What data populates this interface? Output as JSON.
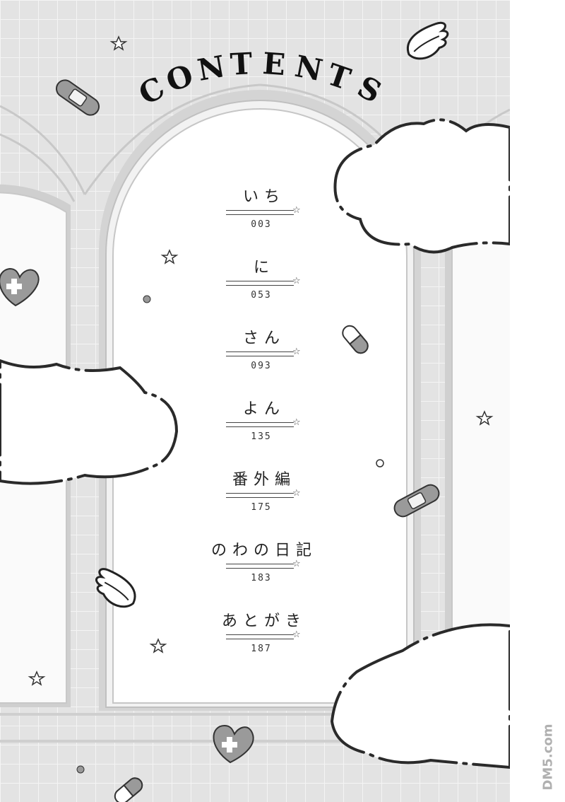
{
  "header": {
    "title_letters": [
      "C",
      "O",
      "N",
      "T",
      "E",
      "N",
      "T",
      "S"
    ]
  },
  "toc": {
    "entries": [
      {
        "label": "いち",
        "page": "003"
      },
      {
        "label": "に",
        "page": "053"
      },
      {
        "label": "さん",
        "page": "093"
      },
      {
        "label": "よん",
        "page": "135"
      },
      {
        "label": "番外編",
        "page": "175"
      },
      {
        "label": "のわの日記",
        "page": "183"
      },
      {
        "label": "あとがき",
        "page": "187"
      }
    ]
  },
  "watermark": {
    "text": "DM5.com"
  },
  "icons": [
    "star-icon",
    "bandage-icon",
    "wing-icon",
    "heart-icon",
    "pill-icon",
    "cloud-icon"
  ],
  "colors": {
    "background": "#e3e3e3",
    "grid": "#f4f4f4",
    "panel": "#ffffff",
    "ink": "#222222"
  }
}
